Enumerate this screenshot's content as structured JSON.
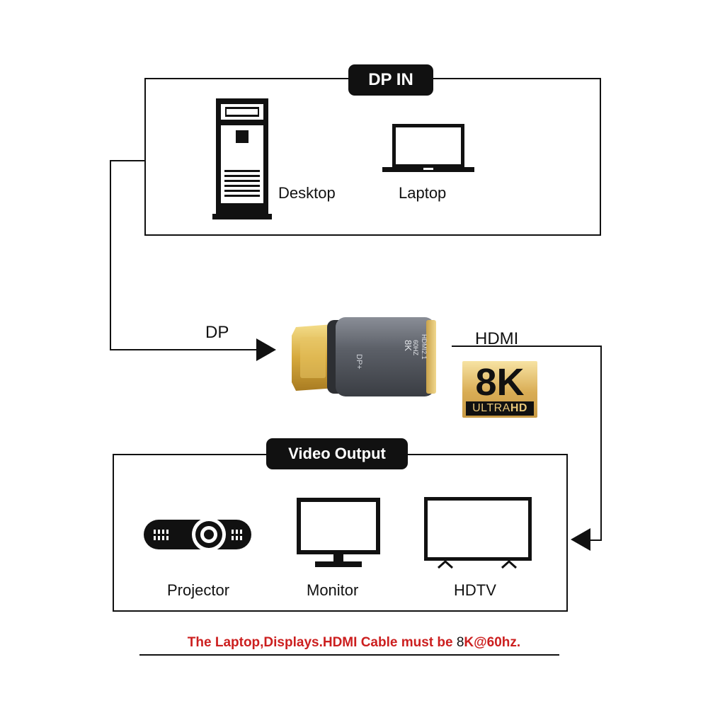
{
  "top_panel": {
    "title": "DP IN",
    "devices": [
      {
        "label": "Desktop",
        "icon": "desktop-tower-icon"
      },
      {
        "label": "Laptop",
        "icon": "laptop-icon"
      }
    ]
  },
  "adapter": {
    "input_label": "DP",
    "output_label": "HDMI",
    "body_text_left": "DP+",
    "body_text_right": [
      "8K",
      "60HZ",
      "HDMI2.1"
    ]
  },
  "badge": {
    "main": "8K",
    "sub_prefix": "ULTRA",
    "sub_suffix": "HD",
    "colors": {
      "gold": "#d9ad55",
      "dark": "#111111"
    }
  },
  "bottom_panel": {
    "title": "Video Output",
    "devices": [
      {
        "label": "Projector",
        "icon": "projector-icon"
      },
      {
        "label": "Monitor",
        "icon": "monitor-icon"
      },
      {
        "label": "HDTV",
        "icon": "hdtv-icon"
      }
    ]
  },
  "footer_note": {
    "part1": "The Laptop,Displays.HDMI Cable must be ",
    "part2": "8",
    "part3": "K@60hz.",
    "colors": {
      "red": "#cc1f1f",
      "black": "#111111"
    }
  }
}
